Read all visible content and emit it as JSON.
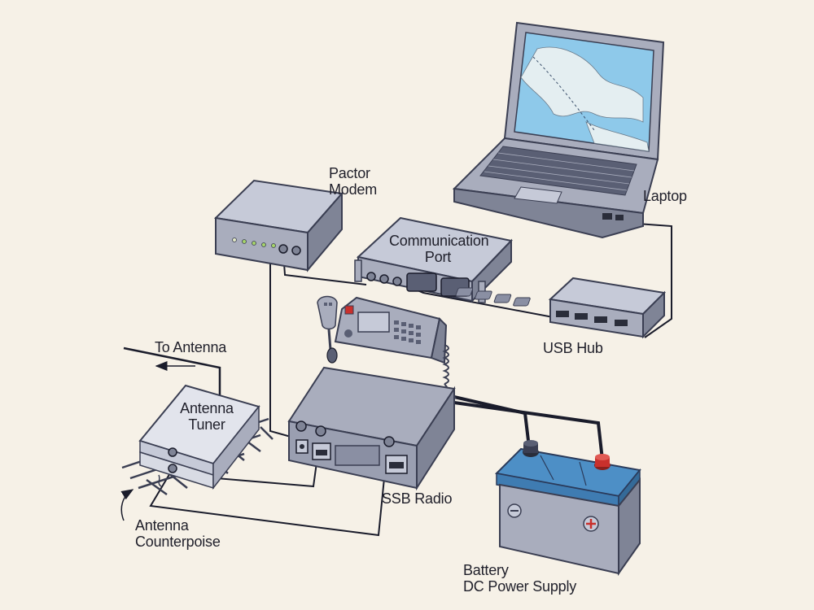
{
  "labels": {
    "pactor_modem": [
      "Pactor",
      "Modem"
    ],
    "communication_port": [
      "Communication",
      "Port"
    ],
    "laptop": "Laptop",
    "usb_hub": "USB Hub",
    "to_antenna": "To Antenna",
    "antenna_tuner": [
      "Antenna",
      "Tuner"
    ],
    "ssb_radio": "SSB Radio",
    "antenna_counterpoise": [
      "Antenna",
      "Counterpoise"
    ],
    "battery": [
      "Battery",
      "DC Power Supply"
    ]
  },
  "colors": {
    "background": "#f6f1e7",
    "device_gray": "#a9adbd",
    "device_dark": "#7f8496",
    "screen_blue": "#8ec9ea",
    "battery_blue": "#4d8fc6",
    "positive_terminal": "#c9302c",
    "wire": "#1a1c2b"
  }
}
